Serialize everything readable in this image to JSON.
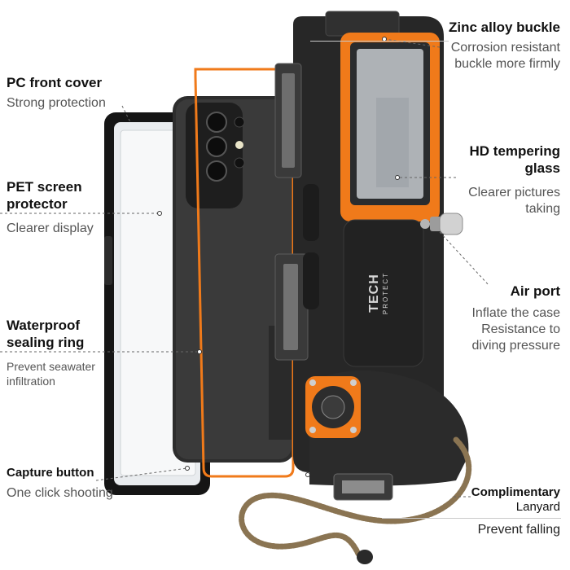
{
  "brand": {
    "line1": "TECH",
    "line2": "PROTECT"
  },
  "colors": {
    "accent": "#f07a1a",
    "body": "#262626",
    "lanyard": "#8a7452",
    "frame": "#151515"
  },
  "labels": {
    "zinc_buckle": {
      "title": "Zinc alloy buckle",
      "desc_line1": "Corrosion resistant",
      "desc_line2": "buckle more firmly"
    },
    "pc_cover": {
      "title": "PC front cover",
      "desc": "Strong protection"
    },
    "hd_glass": {
      "title_line1": "HD tempering",
      "title_line2": "glass",
      "desc_line1": "Clearer pictures",
      "desc_line2": "taking"
    },
    "pet_protector": {
      "title_line1": "PET screen",
      "title_line2": "protector",
      "desc": "Clearer display"
    },
    "air_port": {
      "title": "Air port",
      "desc_line1": "Inflate the case",
      "desc_line2": "Resistance to",
      "desc_line3": "diving pressure"
    },
    "sealing_ring": {
      "title_line1": "Waterproof",
      "title_line2": "sealing ring",
      "desc_line1": "Prevent seawater",
      "desc_line2": "infiltration"
    },
    "capture_button": {
      "title": "Capture button",
      "desc": "One click shooting"
    },
    "lanyard": {
      "title_line1": "Complimentary",
      "title_line2": "Lanyard",
      "desc": "Prevent falling"
    }
  }
}
